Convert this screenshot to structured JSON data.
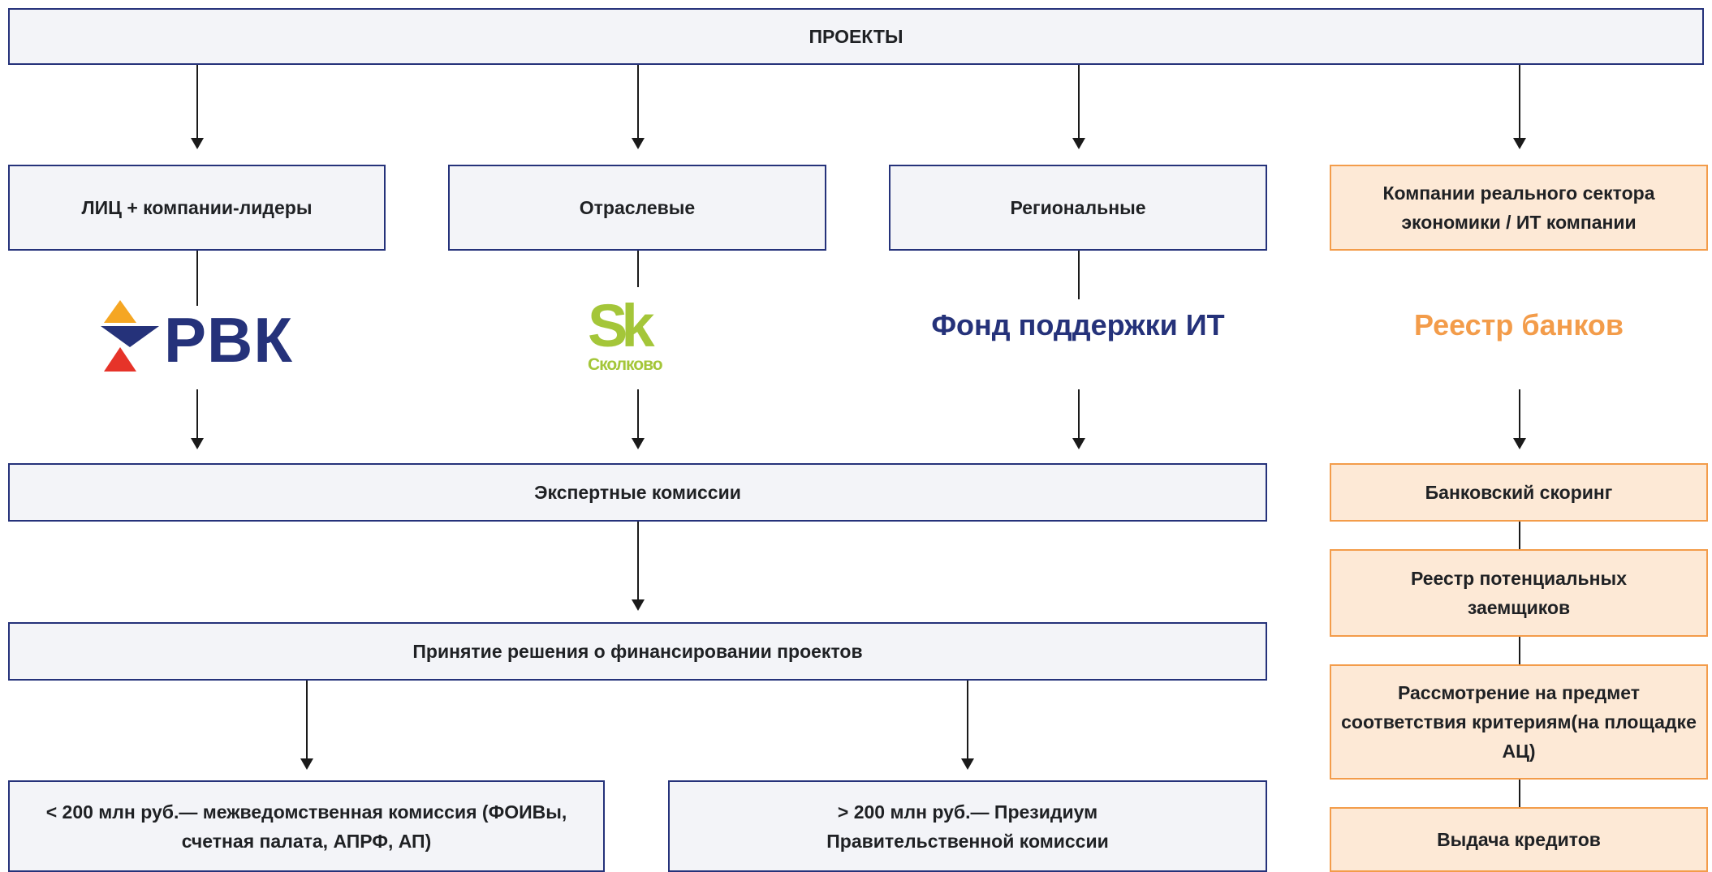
{
  "colors": {
    "blue_border": "#25327a",
    "blue_fill": "#f3f4f8",
    "orange_border": "#f39c4a",
    "orange_fill": "#fde9d6",
    "orange_text": "#f39c4a",
    "navy_text": "#25327a",
    "skolkovo_green": "#a4c639"
  },
  "top": {
    "title": "ПРОЕКТЫ"
  },
  "categories": {
    "lic": "ЛИЦ + компании-лидеры",
    "industry": "Отраслевые",
    "regional": "Региональные",
    "real_sector": "Компании реального сектора экономики / ИТ компании"
  },
  "logos": {
    "rvk": {
      "text": "РВК",
      "icon": "rvk-logo-mark"
    },
    "skolkovo": {
      "mark": "Sk",
      "text": "Сколково"
    },
    "fond": "Фонд поддержки ИТ",
    "reestr_bankov": "Реестр банков"
  },
  "expert": {
    "title": "Экспертные комиссии"
  },
  "decision": {
    "title": "Принятие решения о финансировании проектов"
  },
  "outcomes": {
    "under": "< 200 млн руб.— межведомственная комиссия (ФОИВы, счетная палата, АПРФ, АП)",
    "over": "> 200 млн руб.— Президиум Правительственной комиссии"
  },
  "bank_flow": {
    "scoring": "Банковский скоринг",
    "registry": "Реестр потенциальных заемщиков",
    "review": "Рассмотрение на предмет соответствия критериям(на площадке АЦ)",
    "credits": "Выдача кредитов"
  }
}
